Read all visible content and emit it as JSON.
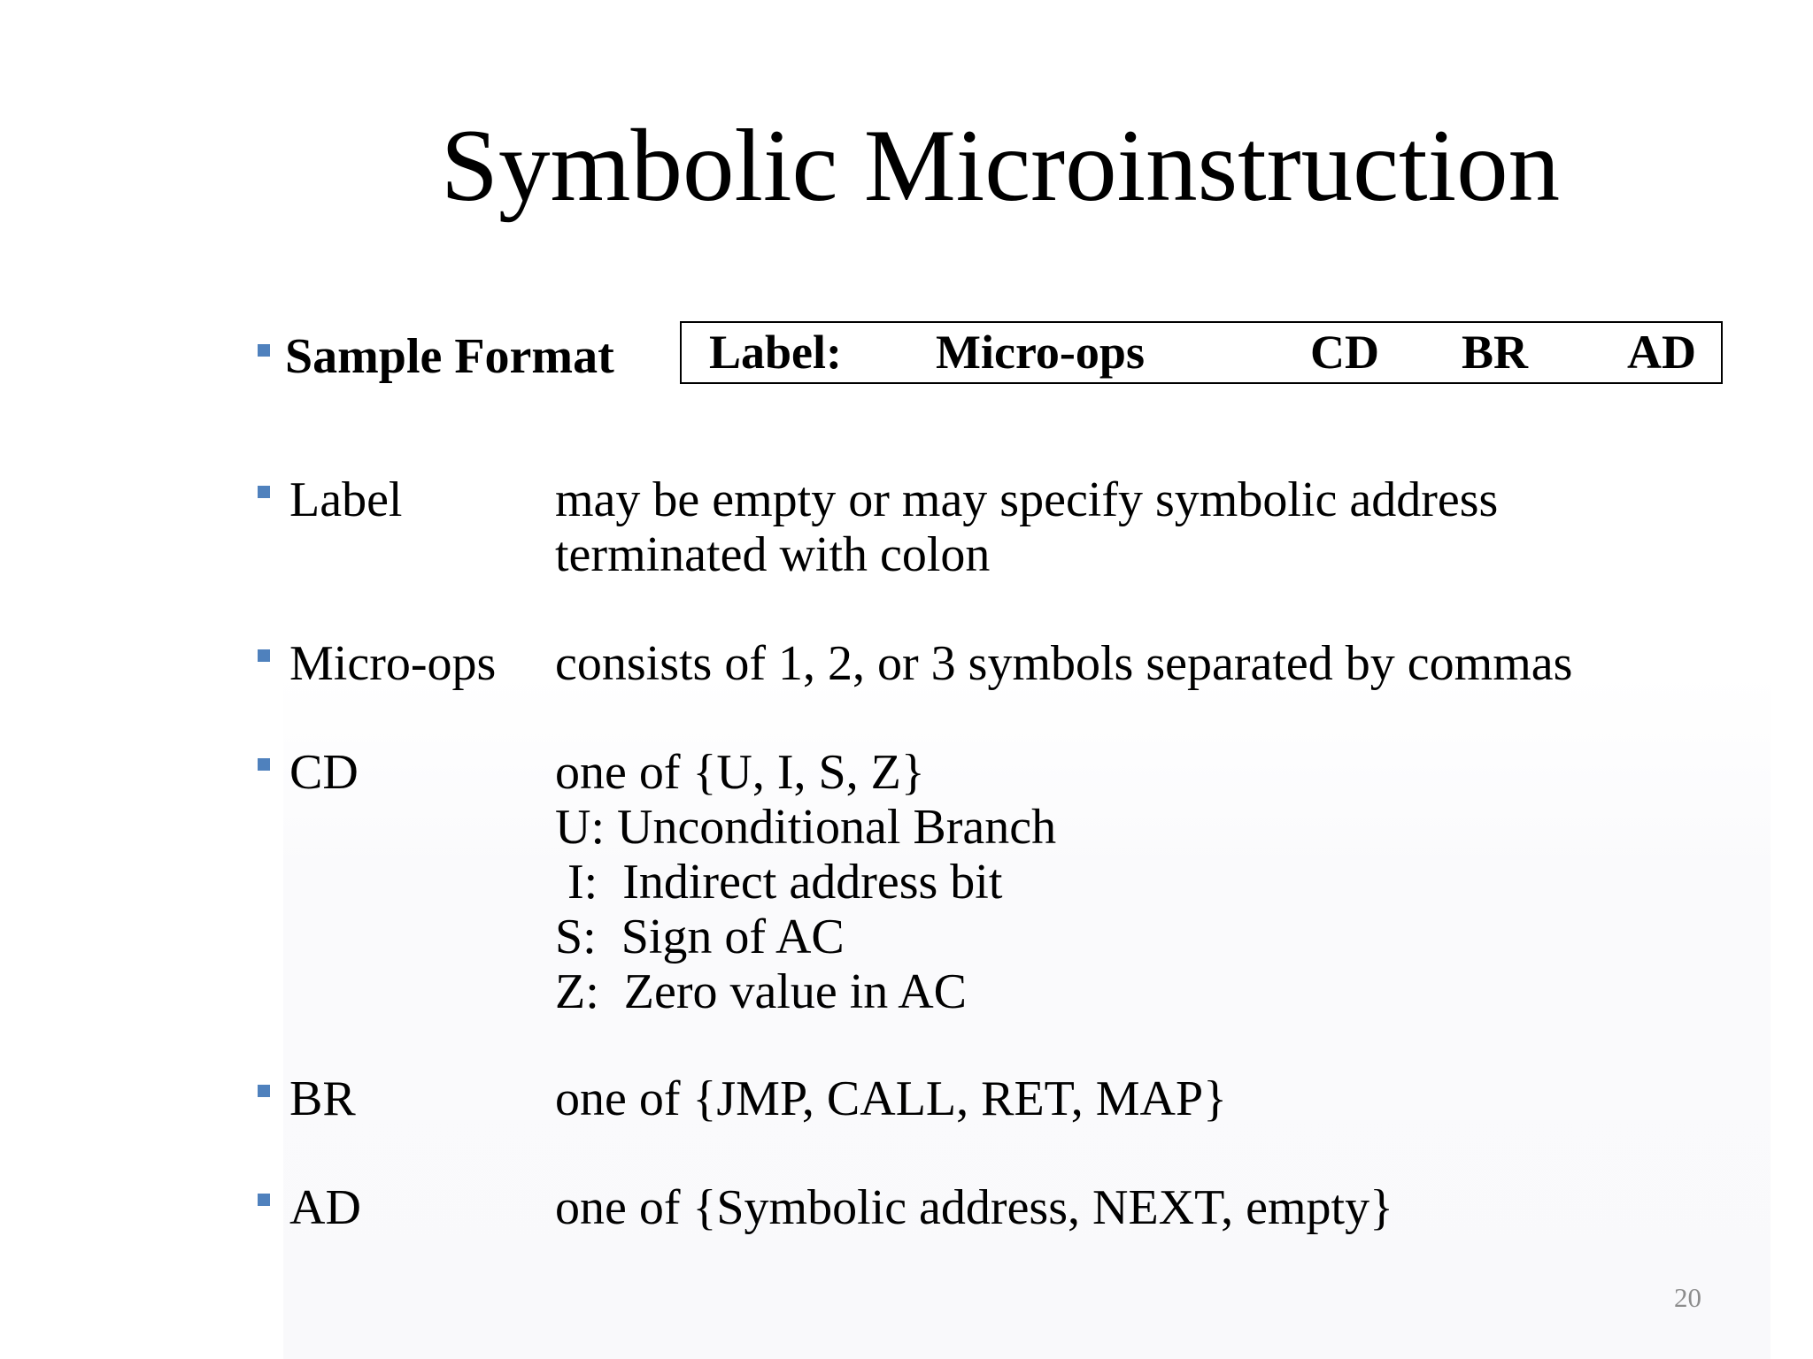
{
  "slide": {
    "title": "Symbolic Microinstruction",
    "page_number": "20",
    "accent_color": "#4f81bd"
  },
  "sample_format": {
    "label": "Sample Format",
    "fields": [
      "Label:",
      "Micro-ops",
      "CD",
      "BR",
      "AD"
    ]
  },
  "items": [
    {
      "term": "Label",
      "lines": [
        "may be empty or may specify symbolic address",
        "terminated with colon"
      ]
    },
    {
      "term": "Micro-ops",
      "lines": [
        "consists of 1, 2, or 3 symbols separated by commas"
      ]
    },
    {
      "term": "CD",
      "lines": [
        "one of {U, I, S, Z}",
        "U: Unconditional Branch",
        " I:  Indirect address bit",
        "S:  Sign of AC",
        "Z:  Zero value in AC"
      ]
    },
    {
      "term": "BR",
      "lines": [
        "one of {JMP, CALL, RET, MAP}"
      ]
    },
    {
      "term": "AD",
      "lines": [
        "one of {Symbolic address, NEXT, empty}"
      ]
    }
  ]
}
